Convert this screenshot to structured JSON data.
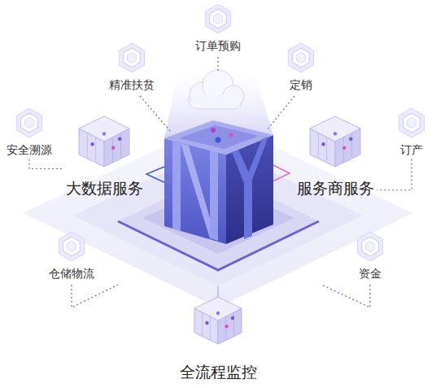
{
  "diagram": {
    "nodes": [
      {
        "text": [
          "订单预购"
        ]
      },
      {
        "text": [
          "精准扶贫"
        ]
      },
      {
        "text": [
          "定销"
        ]
      },
      {
        "text": [
          "安全溯源"
        ]
      },
      {
        "text": [
          "订产"
        ]
      },
      {
        "text": [
          "大数据服务"
        ]
      },
      {
        "text": [
          "服务商服务"
        ]
      },
      {
        "text": [
          "仓储物流"
        ]
      },
      {
        "text": [
          "资金"
        ]
      },
      {
        "text": [
          "全流程监控"
        ]
      }
    ],
    "edges": [
      {
        "from": 3,
        "to": 5,
        "arrow": "none"
      },
      {
        "from": 4,
        "to": 6,
        "arrow": "none"
      }
    ]
  }
}
